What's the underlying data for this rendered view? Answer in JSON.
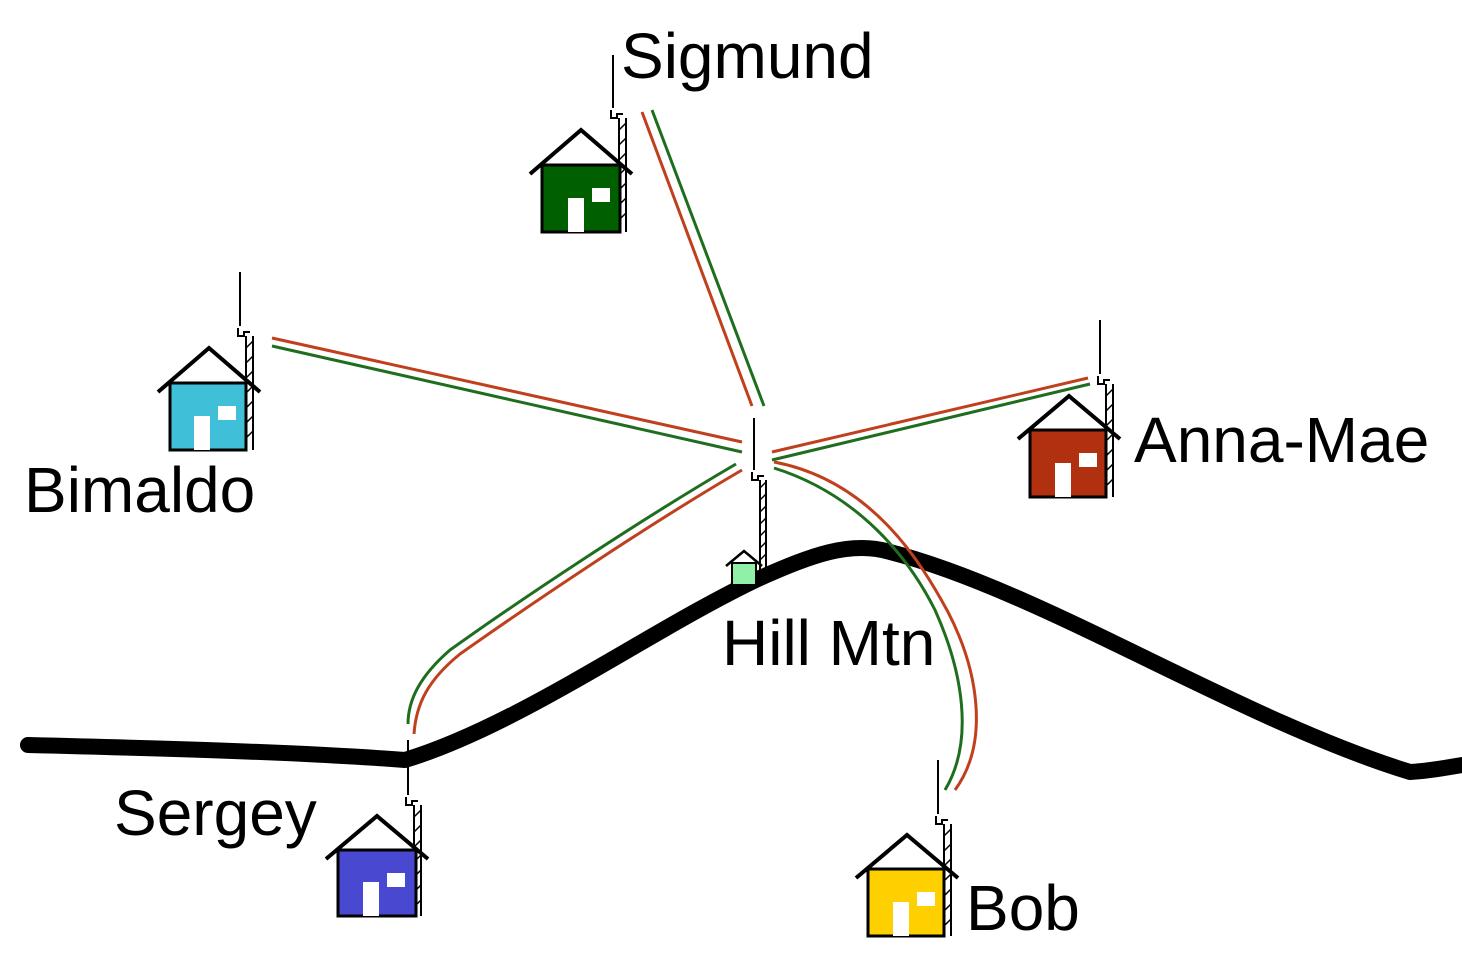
{
  "colors": {
    "background": "#ffffff",
    "ridge": "#000000",
    "link_red": "#c0401e",
    "link_green": "#1f6e1f"
  },
  "hub": {
    "label": "Hill Mtn",
    "house_color": "#90f0a8"
  },
  "stations": [
    {
      "id": "sigmund",
      "label": "Sigmund",
      "house_color": "#006000",
      "tower_icon": "radio-tower-icon"
    },
    {
      "id": "bimaldo",
      "label": "Bimaldo",
      "house_color": "#40c0d8",
      "tower_icon": "radio-tower-icon"
    },
    {
      "id": "anna-mae",
      "label": "Anna-Mae",
      "house_color": "#b03010",
      "tower_icon": "radio-tower-icon"
    },
    {
      "id": "sergey",
      "label": "Sergey",
      "house_color": "#4848d0",
      "tower_icon": "radio-tower-icon"
    },
    {
      "id": "bob",
      "label": "Bob",
      "house_color": "#ffd000",
      "tower_icon": "radio-tower-icon"
    }
  ]
}
